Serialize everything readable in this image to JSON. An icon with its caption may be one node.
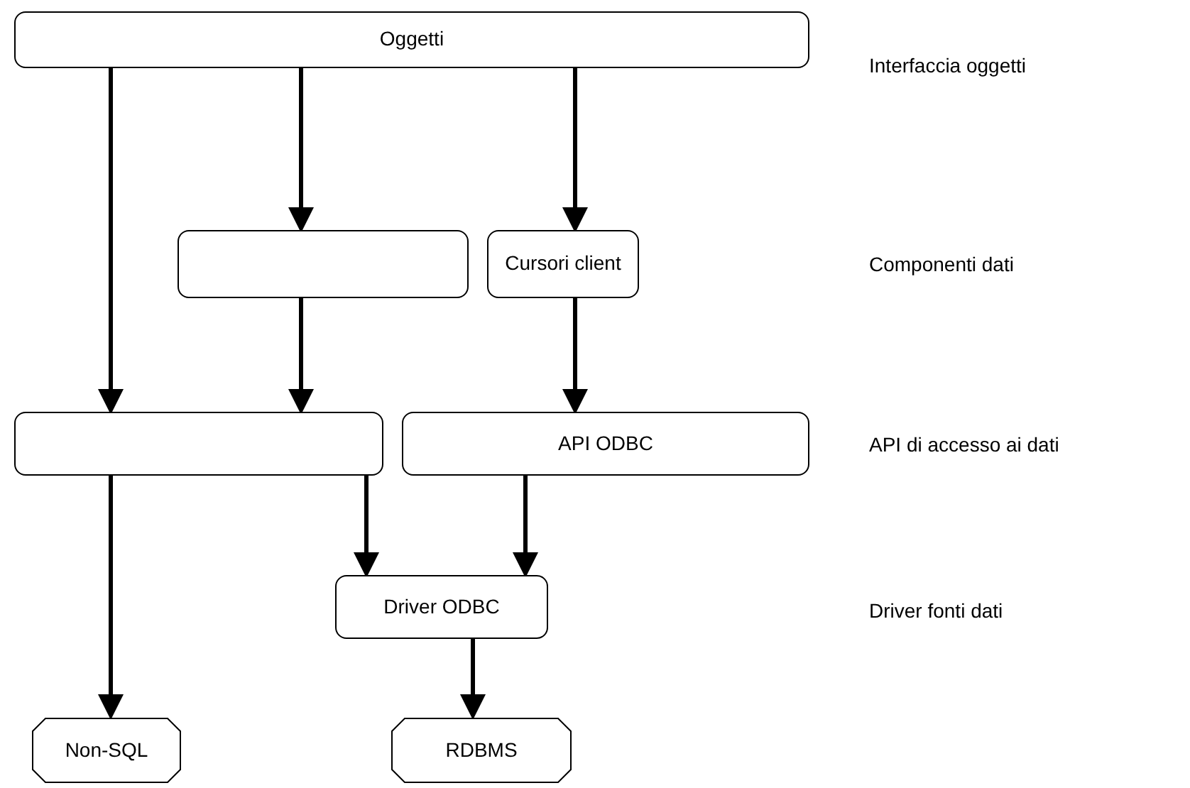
{
  "diagram": {
    "nodes": [
      {
        "text": [
          "Oggetti"
        ]
      },
      {
        "text": [],
        "shape": "box"
      },
      {
        "text": [
          "Cursori client"
        ]
      },
      {
        "text": [],
        "shape": "box"
      },
      {
        "text": [
          "API ODBC"
        ]
      },
      {
        "text": [
          "Driver ODBC"
        ]
      },
      {
        "text": [
          "Non-SQL"
        ]
      },
      {
        "text": [
          "RDBMS"
        ]
      }
    ],
    "edges": [
      {
        "from": 0,
        "to": 3,
        "arrow": "to"
      },
      {
        "from": 0,
        "to": 1,
        "arrow": "to"
      },
      {
        "from": 0,
        "to": 2,
        "arrow": "to"
      },
      {
        "from": 1,
        "to": 3,
        "arrow": "to"
      },
      {
        "from": 2,
        "to": 4,
        "arrow": "to"
      },
      {
        "from": 3,
        "to": 5,
        "arrow": "to"
      },
      {
        "from": 4,
        "to": 5,
        "arrow": "to"
      },
      {
        "from": 3,
        "to": 6,
        "arrow": "to"
      },
      {
        "from": 5,
        "to": 7,
        "arrow": "to"
      }
    ],
    "labels": [
      "Interfaccia oggetti",
      "Componenti dati",
      "API di accesso ai dati",
      "Driver fonti dati"
    ]
  }
}
